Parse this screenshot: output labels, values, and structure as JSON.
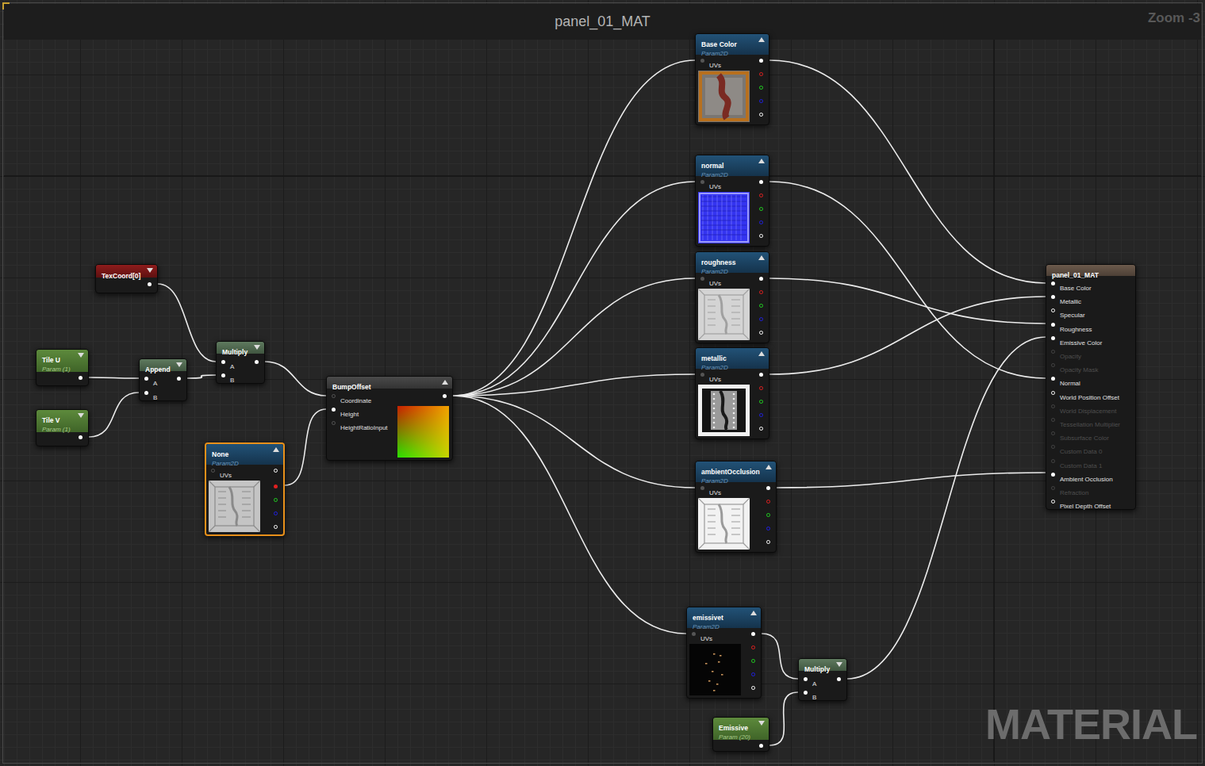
{
  "diagram": {
    "title": "panel_01_MAT",
    "nodes": [
      {
        "text": [
          "TexCoord[0]"
        ]
      },
      {
        "text": [
          "Tile U",
          "Param (1)"
        ]
      },
      {
        "text": [
          "Tile V",
          "Param (1)"
        ]
      },
      {
        "text": [
          "Append",
          "A",
          "B"
        ]
      },
      {
        "text": [
          "Multiply",
          "A",
          "B"
        ]
      },
      {
        "text": [
          "None",
          "Param2D",
          "UVs"
        ]
      },
      {
        "text": [
          "BumpOffset",
          "Coordinate",
          "Height",
          "HeightRatioInput"
        ]
      },
      {
        "text": [
          "Base Color",
          "Param2D",
          "UVs"
        ]
      },
      {
        "text": [
          "normal",
          "Param2D",
          "UVs"
        ]
      },
      {
        "text": [
          "roughness",
          "Param2D",
          "UVs"
        ]
      },
      {
        "text": [
          "metallic",
          "Param2D",
          "UVs"
        ]
      },
      {
        "text": [
          "ambientOcclusion",
          "Param2D",
          "UVs"
        ]
      },
      {
        "text": [
          "emissivet",
          "Param2D",
          "UVs"
        ]
      },
      {
        "text": [
          "Multiply",
          "A",
          "B"
        ]
      },
      {
        "text": [
          "Emissive",
          "Param (20)"
        ]
      },
      {
        "text": [
          "panel_01_MAT",
          "Base Color",
          "Metallic",
          "Specular",
          "Roughness",
          "Emissive Color",
          "Opacity",
          "Opacity Mask",
          "Normal",
          "World Position Offset",
          "World Displacement",
          "Tessellation Multiplier",
          "Subsurface Color",
          "Custom Data 0",
          "Custom Data 1",
          "Ambient Occlusion",
          "Refraction",
          "Pixel Depth Offset"
        ]
      }
    ],
    "edges": [
      {
        "from": 0,
        "to": 4,
        "arrow": "none"
      },
      {
        "from": 1,
        "to": 3,
        "arrow": "none"
      },
      {
        "from": 2,
        "to": 3,
        "arrow": "none"
      },
      {
        "from": 3,
        "to": 4,
        "arrow": "none"
      },
      {
        "from": 4,
        "to": 6,
        "arrow": "none"
      },
      {
        "from": 5,
        "to": 6,
        "arrow": "none"
      },
      {
        "from": 6,
        "to": 7,
        "arrow": "none"
      },
      {
        "from": 6,
        "to": 8,
        "arrow": "none"
      },
      {
        "from": 6,
        "to": 9,
        "arrow": "none"
      },
      {
        "from": 6,
        "to": 10,
        "arrow": "none"
      },
      {
        "from": 6,
        "to": 11,
        "arrow": "none"
      },
      {
        "from": 6,
        "to": 12,
        "arrow": "none"
      },
      {
        "from": 7,
        "to": 15,
        "arrow": "none"
      },
      {
        "from": 8,
        "to": 15,
        "arrow": "none"
      },
      {
        "from": 9,
        "to": 15,
        "arrow": "none"
      },
      {
        "from": 10,
        "to": 15,
        "arrow": "none"
      },
      {
        "from": 11,
        "to": 15,
        "arrow": "none"
      },
      {
        "from": 12,
        "to": 13,
        "arrow": "none"
      },
      {
        "from": 14,
        "to": 13,
        "arrow": "none"
      },
      {
        "from": 13,
        "to": 15,
        "arrow": "none"
      }
    ],
    "labels": [
      "Zoom -3",
      "MATERIAL"
    ]
  }
}
